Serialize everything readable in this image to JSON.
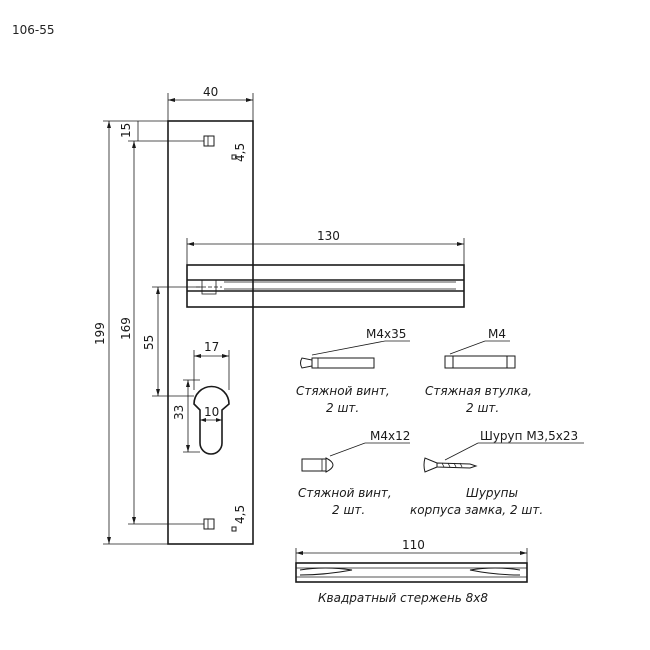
{
  "title": "106-55",
  "dimensions": {
    "plate_width": "40",
    "overall_height": "199",
    "hole_spacing": "169",
    "top_offset": "15",
    "handle_offset": "55",
    "cylinder_height": "33",
    "cylinder_width": "17",
    "cylinder_slot": "10",
    "handle_length": "130",
    "square_hole_top": "4,5",
    "square_hole_bottom": "4,5",
    "spindle_length": "110"
  },
  "parts": {
    "screw_long": {
      "spec": "М4х35",
      "caption_line1": "Стяжной винт,",
      "caption_line2": "2 шт."
    },
    "bushing": {
      "spec": "М4",
      "caption_line1": "Стяжная втулка,",
      "caption_line2": "2 шт."
    },
    "screw_short": {
      "spec": "М4х12",
      "caption_line1": "Стяжной винт,",
      "caption_line2": "2 шт."
    },
    "wood_screw": {
      "spec": "Шуруп М3,5х23",
      "caption_line1": "Шурупы",
      "caption_line2": "корпуса замка, 2 шт."
    },
    "spindle": {
      "caption": "Квадратный стержень 8х8"
    }
  }
}
